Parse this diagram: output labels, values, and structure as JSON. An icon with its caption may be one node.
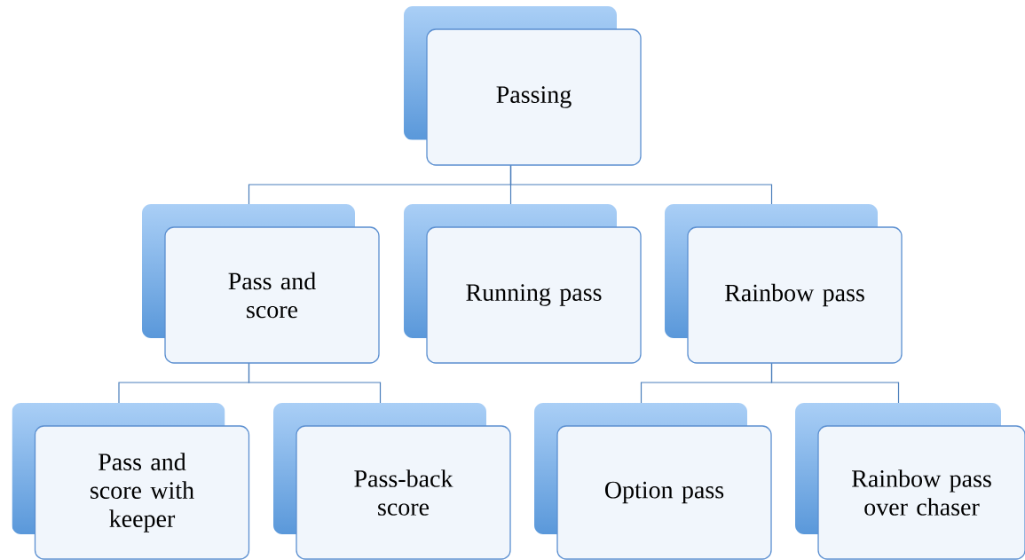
{
  "diagram": {
    "nodes": [
      {
        "text": [
          "Passing"
        ]
      },
      {
        "text": [
          "Pass and score"
        ]
      },
      {
        "text": [
          "Running pass"
        ]
      },
      {
        "text": [
          "Rainbow pass"
        ]
      },
      {
        "text": [
          "Pass and score with keeper"
        ]
      },
      {
        "text": [
          "Pass-back score"
        ]
      },
      {
        "text": [
          "Option pass"
        ]
      },
      {
        "text": [
          "Rainbow pass over chaser"
        ]
      }
    ],
    "edges": [
      {
        "from": 0,
        "to": 1,
        "arrow": "none"
      },
      {
        "from": 0,
        "to": 2,
        "arrow": "none"
      },
      {
        "from": 0,
        "to": 3,
        "arrow": "none"
      },
      {
        "from": 1,
        "to": 4,
        "arrow": "none"
      },
      {
        "from": 1,
        "to": 5,
        "arrow": "none"
      },
      {
        "from": 3,
        "to": 6,
        "arrow": "none"
      },
      {
        "from": 3,
        "to": 7,
        "arrow": "none"
      }
    ]
  }
}
